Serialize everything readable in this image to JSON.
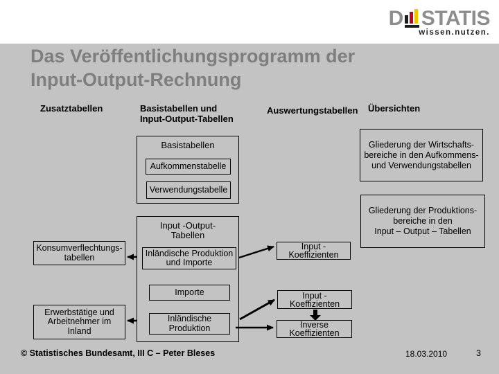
{
  "logo": {
    "d": "D",
    "statis": "STATIS",
    "tagline": "wissen.nutzen."
  },
  "title": "Das Veröffentlichungsprogramm der\nInput-Output-Rechnung",
  "headers": {
    "zusatz": "Zusatztabellen",
    "basis": "Basistabellen und\nInput-Output-Tabellen",
    "auswertung": "Auswertungstabellen",
    "uebersicht": "Übersichten"
  },
  "diagram": {
    "basistabellen": {
      "title": "Basistabellen",
      "aufkommen": "Aufkommenstabelle",
      "verwendung": "Verwendungstabelle"
    },
    "io_tabellen": {
      "title": "Input -Output-\nTabellen",
      "inl_prod_importe": "Inländische Produktion\nund Importe",
      "importe": "Importe",
      "inl_prod": "Inländische\nProduktion"
    },
    "zusatz": {
      "konsum": "Konsumverflechtungs-\ntabellen",
      "erwerb": "Erwerbstätige und\nArbeitnehmer im\nInland"
    },
    "auswertung": {
      "input_koeff_1": "Input -\nKoeffizienten",
      "input_koeff_2": "Input -\nKoeffizienten",
      "inverse_koeff": "Inverse\nKoeffizienten"
    },
    "uebersichten": {
      "wirtschaft": "Gliederung der Wirtschafts-\nbereiche in den Aufkommens-\nund Verwendungstabellen",
      "produktion": "Gliederung der Produktions-\nbereiche in den\nInput – Output – Tabellen"
    }
  },
  "footer": {
    "credit": "© Statistisches Bundesamt, III C – Peter Bleses",
    "date": "18.03.2010",
    "page": "3"
  },
  "colors": {
    "background": "#c3c3c3",
    "top_band": "#ffffff",
    "title_text": "#7e7e7e",
    "logo_gray": "#8d8d8d",
    "logo_bar_black": "#1c1c1c",
    "logo_bar_red": "#c1001f",
    "logo_bar_gold": "#f0c200",
    "box_border": "#000000",
    "arrow": "#000000"
  }
}
